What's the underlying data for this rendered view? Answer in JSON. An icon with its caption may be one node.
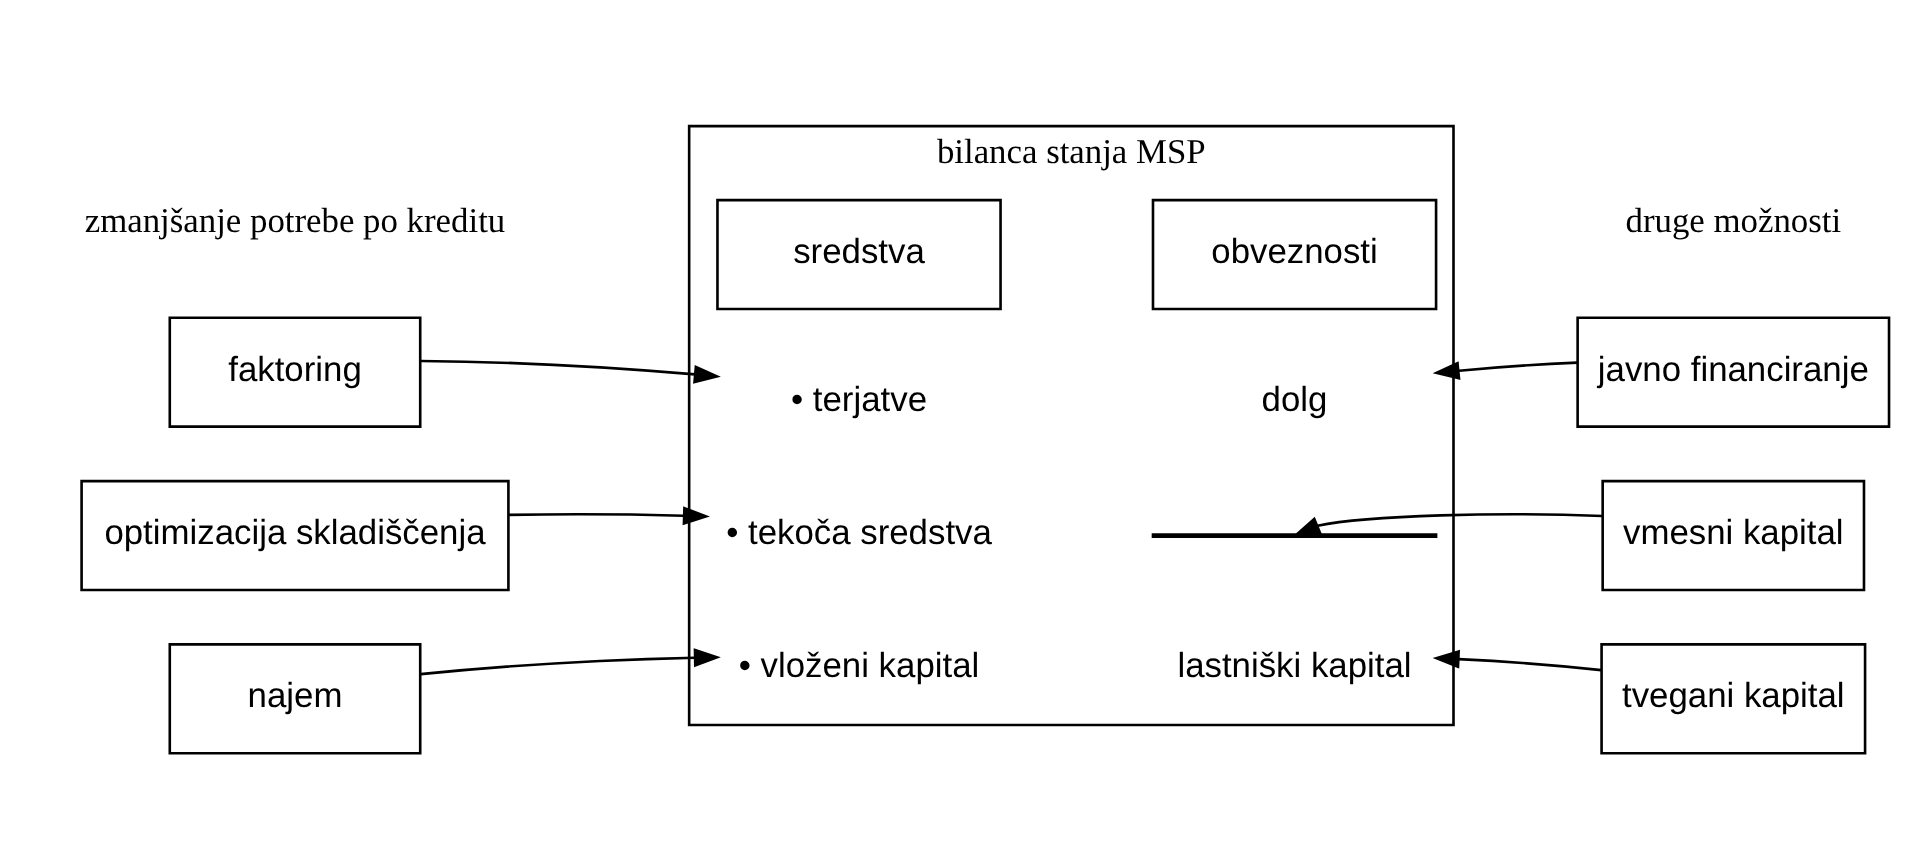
{
  "diagram": {
    "nodes": [
      {
        "text": [
          "bilanca stanja MSP"
        ]
      },
      {
        "text": [
          "sredstva"
        ],
        "in": 0
      },
      {
        "text": [
          "obveznosti"
        ],
        "in": 0
      },
      {
        "text": [
          "• terjatve"
        ],
        "in": 0
      },
      {
        "text": [
          "• tekoča sredstva"
        ],
        "in": 0
      },
      {
        "text": [
          "• vloženi kapital"
        ],
        "in": 0
      },
      {
        "text": [
          "dolg"
        ],
        "in": 0
      },
      {
        "text": [],
        "shape": "bar",
        "in": 0
      },
      {
        "text": [
          "lastniški kapital"
        ],
        "in": 0
      },
      {
        "text": [
          "faktoring"
        ]
      },
      {
        "text": [
          "optimizacija skladiščenja"
        ]
      },
      {
        "text": [
          "najem"
        ]
      },
      {
        "text": [
          "javno financiranje"
        ]
      },
      {
        "text": [
          "vmesni kapital"
        ]
      },
      {
        "text": [
          "tvegani kapital"
        ]
      }
    ],
    "edges": [
      {
        "from": 9,
        "to": 3,
        "arrow": "to"
      },
      {
        "from": 10,
        "to": 4,
        "arrow": "to"
      },
      {
        "from": 11,
        "to": 5,
        "arrow": "to"
      },
      {
        "from": 12,
        "to": 6,
        "arrow": "to"
      },
      {
        "from": 13,
        "to": 7,
        "arrow": "to"
      },
      {
        "from": 14,
        "to": 8,
        "arrow": "to"
      }
    ],
    "labels": [
      "zmanjšanje potrebe po kreditu",
      "druge možnosti"
    ]
  }
}
